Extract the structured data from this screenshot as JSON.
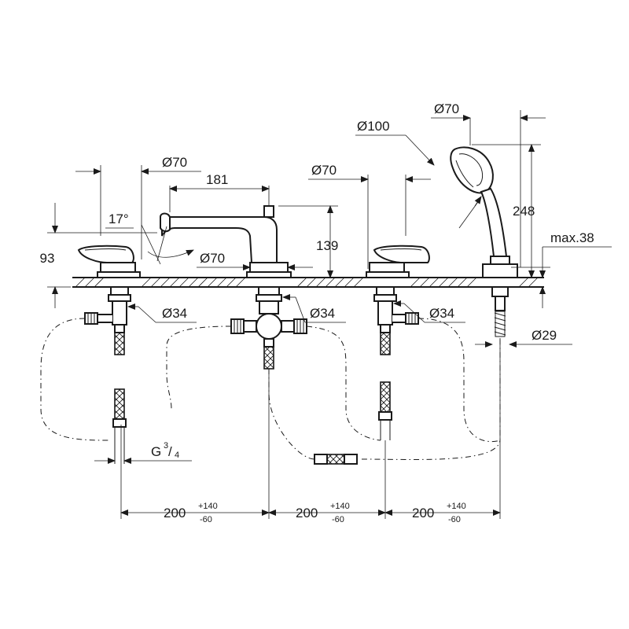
{
  "dimensions": {
    "d70_left": "Ø70",
    "d181": "181",
    "angle17": "17°",
    "d93": "93",
    "d70_spout_base": "Ø70",
    "d139": "139",
    "d70_right_valve": "Ø70",
    "d100": "Ø100",
    "d70_hand_shower": "Ø70",
    "d248": "248",
    "max38": "max.38",
    "d34_left": "Ø34",
    "d34_center": "Ø34",
    "d34_right": "Ø34",
    "d29": "Ø29",
    "thread_g": "G",
    "thread_num": "3",
    "thread_den": "4",
    "spacing": [
      {
        "base": "200",
        "plus": "+140",
        "minus": "-60"
      },
      {
        "base": "200",
        "plus": "+140",
        "minus": "-60"
      },
      {
        "base": "200",
        "plus": "+140",
        "minus": "-60"
      }
    ]
  }
}
